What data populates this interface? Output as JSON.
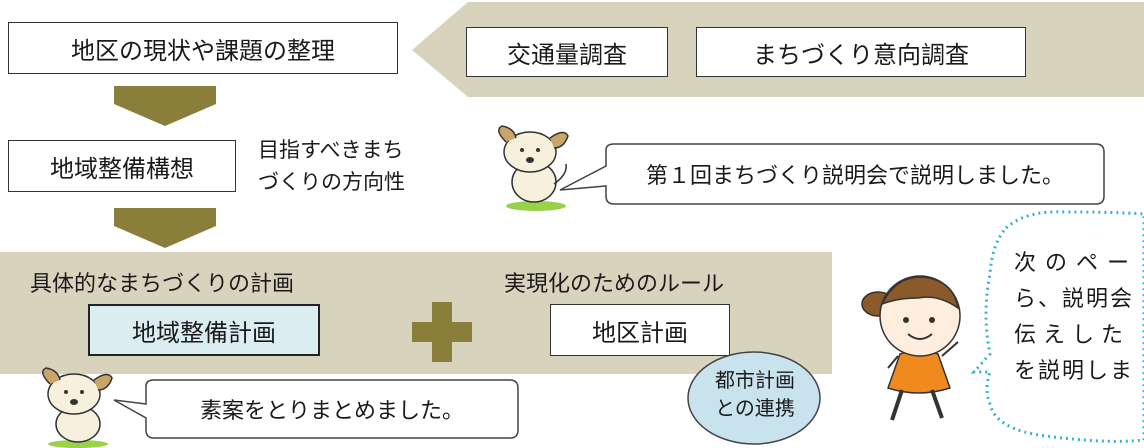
{
  "colors": {
    "band": "#d8d3bd",
    "arrow": "#8a7f3a",
    "plan_fill": "#dcedf2",
    "ellipse_fill": "#c9e3ee",
    "plus": "#8a7f3a",
    "dots": "#3ab0d8",
    "girl_dress": "#f08a1e"
  },
  "steps": {
    "step1": "地区の現状や課題の整理",
    "survey1": "交通量調査",
    "survey2": "まちづくり意向調査",
    "step2": "地域整備構想",
    "step2_note_line1": "目指すべきまち",
    "step2_note_line2": "づくりの方向性"
  },
  "speech": {
    "dog_top": "第１回まちづくり説明会で説明しました。",
    "dog_bottom": "素案をとりまとめました。"
  },
  "plans": {
    "left_heading": "具体的なまちづくりの計画",
    "left_box": "地域整備計画",
    "right_heading": "実現化のためのルール",
    "right_box": "地区計画",
    "link_line1": "都市計画",
    "link_line2": "との連携"
  },
  "girl_bubble": {
    "line1": "次のペー",
    "line2": "ら、説明会",
    "line3": "伝えした",
    "line4": "を説明しま"
  },
  "icons": {
    "arrows": "down-arrow-icon",
    "plus": "plus-icon",
    "dog": "dog-mascot-icon",
    "girl": "girl-mascot-icon"
  }
}
